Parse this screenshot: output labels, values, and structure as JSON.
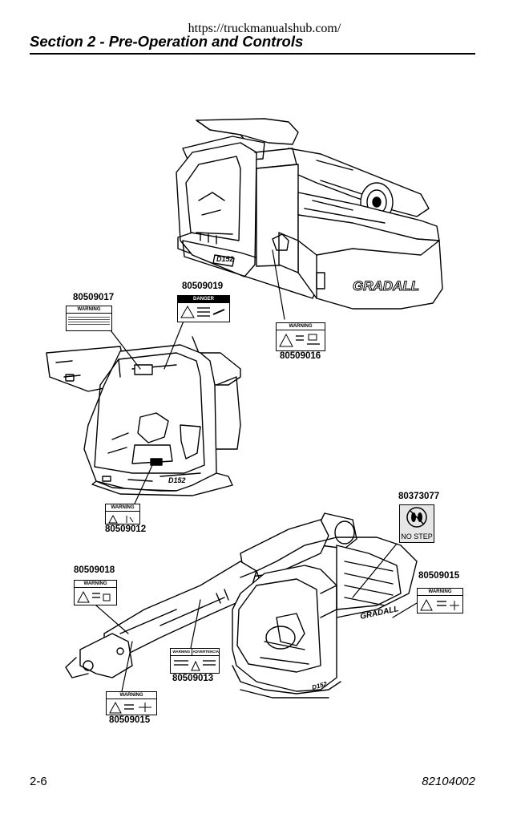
{
  "header": {
    "url": "https://truckmanualshub.com/",
    "section_title": "Section 2 - Pre-Operation and Controls"
  },
  "figures": {
    "top_machine": {
      "logo": "GRADALL",
      "model": "D152"
    },
    "cab_view": {
      "model": "D152"
    },
    "bottom_machine": {
      "logo": "GRADALL",
      "model": "D152"
    }
  },
  "decals": {
    "d80509017": {
      "part": "80509017",
      "header": "WARNING"
    },
    "d80509019": {
      "part": "80509019",
      "header": "DANGER"
    },
    "d80509016": {
      "part": "80509016",
      "header": "WARNING"
    },
    "d80509012": {
      "part": "80509012",
      "header": "WARNING"
    },
    "d80373077": {
      "part": "80373077",
      "text": "NO STEP"
    },
    "d80509018": {
      "part": "80509018",
      "header": "WARNING"
    },
    "d80509015_right": {
      "part": "80509015",
      "header": "WARNING"
    },
    "d80509013": {
      "part": "80509013",
      "header_left": "WARNING",
      "header_right": "ADVERTENCIA"
    },
    "d80509015_bottom": {
      "part": "80509015",
      "header": "WARNING"
    }
  },
  "footer": {
    "page_number": "2-6",
    "doc_number": "82104002"
  }
}
